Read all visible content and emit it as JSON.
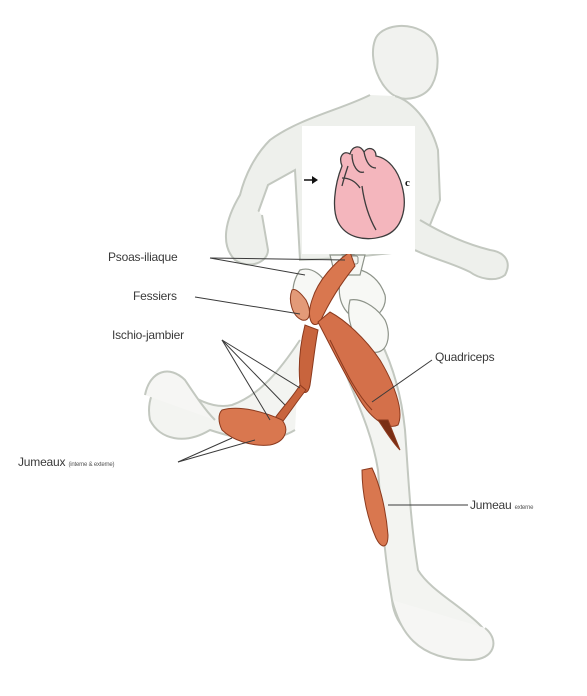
{
  "labels": {
    "psoas": "Psoas-iliaque",
    "fessiers": "Fessiers",
    "ischio": "Ischio-jambier",
    "quadriceps": "Quadriceps",
    "jumeau_left_main": "Jumeaux",
    "jumeau_left_note": "(interne & externe)",
    "jumeau_right_main": "Jumeau",
    "jumeau_right_note": "externe"
  },
  "inset": {
    "icon": "heart-icon",
    "caption": "c"
  },
  "colors": {
    "muscle": "#d9774f",
    "muscle_dark": "#a84a2a",
    "outline": "#b9bfb7",
    "heart": "#f4b6bd",
    "heart_outline": "#3c3c3c"
  }
}
